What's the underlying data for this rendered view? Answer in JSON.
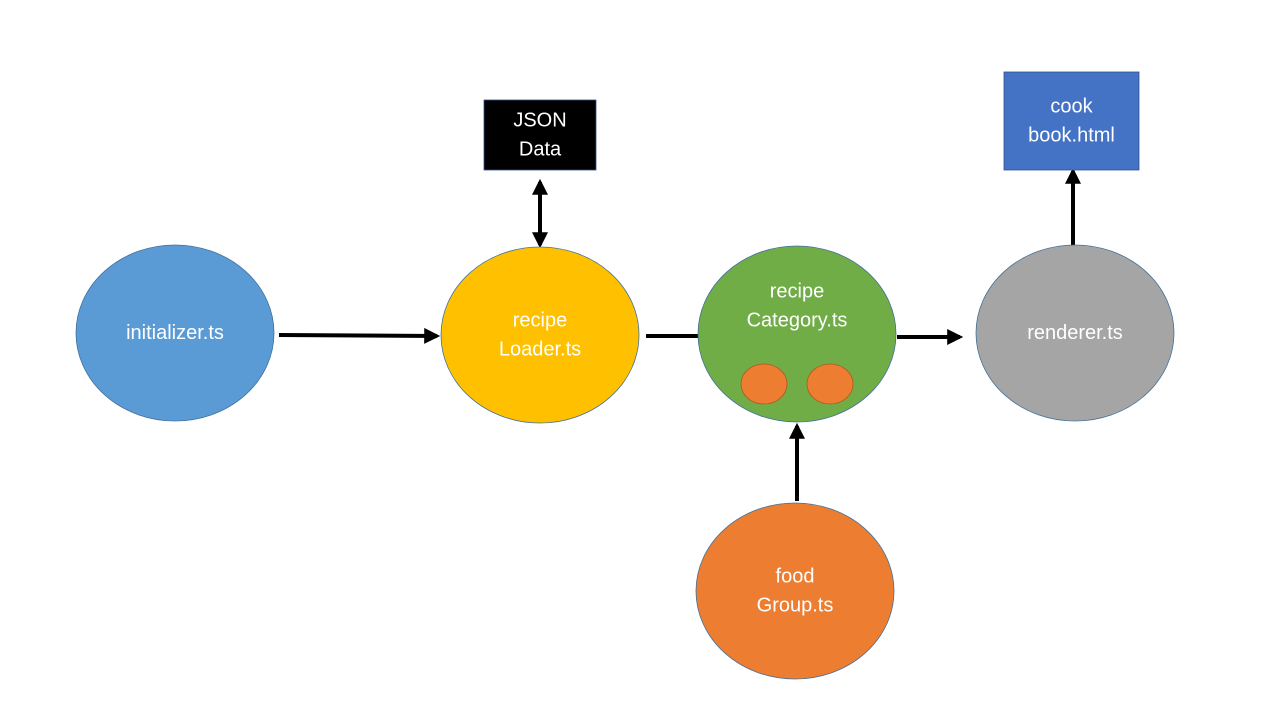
{
  "diagram": {
    "nodes": [
      {
        "id": "initializer",
        "shape": "ellipse",
        "fill": "#5b9bd5",
        "lines": [
          "initializer.ts"
        ]
      },
      {
        "id": "recipe_loader",
        "shape": "ellipse",
        "fill": "#ffc000",
        "lines": [
          "recipe",
          "Loader.ts"
        ]
      },
      {
        "id": "recipe_category",
        "shape": "ellipse",
        "fill": "#70ad47",
        "lines": [
          "recipe",
          "Category.ts"
        ]
      },
      {
        "id": "renderer",
        "shape": "ellipse",
        "fill": "#a5a5a5",
        "lines": [
          "renderer.ts"
        ]
      },
      {
        "id": "food_group",
        "shape": "ellipse",
        "fill": "#ed7d31",
        "lines": [
          "food",
          "Group.ts"
        ]
      },
      {
        "id": "json_data",
        "shape": "rect",
        "fill": "#000000",
        "lines": [
          "JSON",
          "Data"
        ]
      },
      {
        "id": "cookbook",
        "shape": "rect",
        "fill": "#4472c4",
        "lines": [
          "cook",
          "book.html"
        ]
      }
    ],
    "inner_circles": [
      {
        "id": "food_group_instance_1",
        "fill": "#ed7d31"
      },
      {
        "id": "food_group_instance_2",
        "fill": "#ed7d31"
      }
    ],
    "edges": [
      {
        "from": "initializer",
        "to": "recipe_loader",
        "direction": "forward"
      },
      {
        "from": "recipe_loader",
        "to": "json_data",
        "direction": "both"
      },
      {
        "from": "recipe_loader",
        "to": "recipe_category",
        "direction": "none"
      },
      {
        "from": "recipe_category",
        "to": "renderer",
        "direction": "forward"
      },
      {
        "from": "food_group",
        "to": "recipe_category",
        "direction": "forward"
      },
      {
        "from": "renderer",
        "to": "cookbook",
        "direction": "forward"
      }
    ]
  }
}
